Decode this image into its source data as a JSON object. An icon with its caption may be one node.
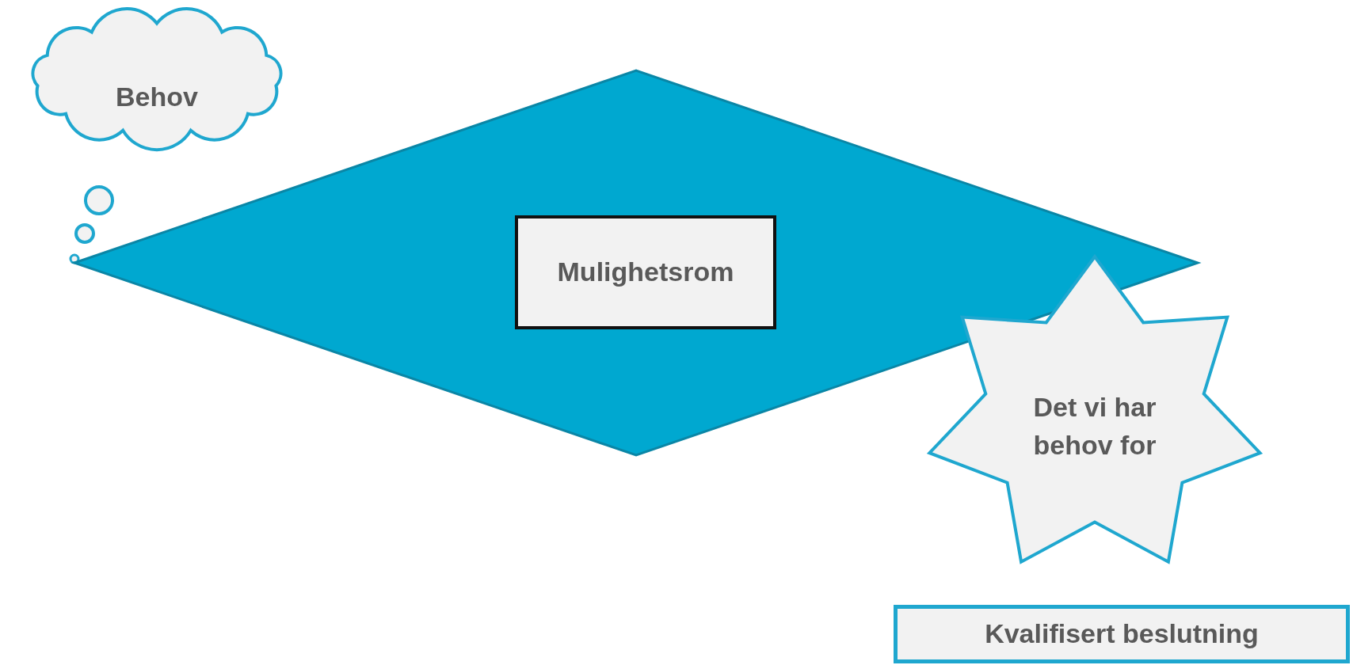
{
  "diagram": {
    "nodes": [
      {
        "text": [
          "Behov"
        ]
      },
      {
        "text": [],
        "shape": "diamond"
      },
      {
        "text": [
          "Mulighetsrom"
        ],
        "in": 1
      },
      {
        "text": [
          "Det vi har behov for"
        ]
      },
      {
        "text": [
          "Kvalifisert beslutning"
        ]
      }
    ],
    "edges": []
  }
}
